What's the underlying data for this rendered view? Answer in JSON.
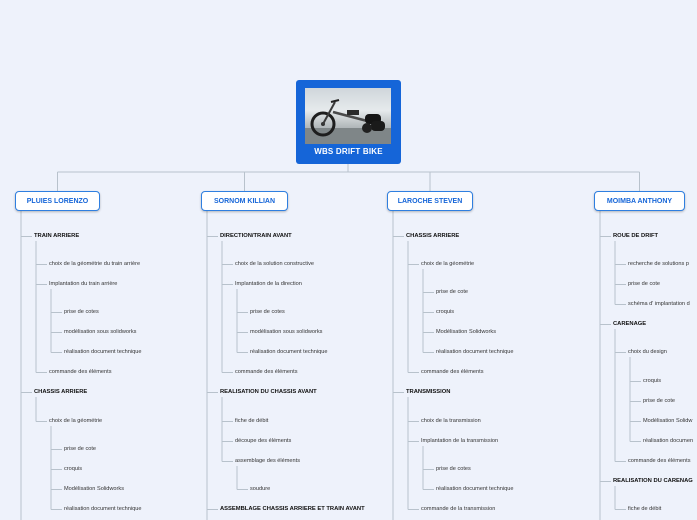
{
  "root": {
    "title": "WBS DRIFT BIKE",
    "image": "drift-trike-photo"
  },
  "branches": [
    {
      "label": "PLUIES LORENZO",
      "items": [
        {
          "label": "TRAIN ARRIERE"
        },
        {
          "label": "choix de la géométrie du train arrière"
        },
        {
          "label": "Implantation du train arrière"
        },
        {
          "label": "prise de cotes"
        },
        {
          "label": "modélisation sous solidworks"
        },
        {
          "label": "réalisation document technique"
        },
        {
          "label": "commande des éléments"
        },
        {
          "label": "CHASSIS ARRIERE"
        },
        {
          "label": "choix de la géométrie"
        },
        {
          "label": "prise de cote"
        },
        {
          "label": "croquis"
        },
        {
          "label": "Modélisation Solidworks"
        },
        {
          "label": "réalisation document technique"
        }
      ]
    },
    {
      "label": "SORNOM KILLIAN",
      "items": [
        {
          "label": "DIRECTION/TRAIN AVANT"
        },
        {
          "label": "choix de la solution constructive"
        },
        {
          "label": "Implantation de la direction"
        },
        {
          "label": "prise de cotes"
        },
        {
          "label": "modélisation sous solidworks"
        },
        {
          "label": "réalisation document technique"
        },
        {
          "label": "commande des éléments"
        },
        {
          "label": "REALISATION DU CHASSIS AVANT"
        },
        {
          "label": "fiche de débit"
        },
        {
          "label": "découpe des éléments"
        },
        {
          "label": "assemblage des éléments"
        },
        {
          "label": "soudure"
        },
        {
          "label": "ASSEMBLAGE CHASSIS ARRIERE ET TRAIN AVANT"
        }
      ]
    },
    {
      "label": "LAROCHE STEVEN",
      "items": [
        {
          "label": "CHASSIS ARRIERE"
        },
        {
          "label": "choix de la géométrie"
        },
        {
          "label": "prise de cote"
        },
        {
          "label": "croquis"
        },
        {
          "label": "Modélisation Solidworks"
        },
        {
          "label": "réalisation document technique"
        },
        {
          "label": "commande des éléments"
        },
        {
          "label": "TRANSMISSION"
        },
        {
          "label": "choix de la transmission"
        },
        {
          "label": "Implantation de la transmission"
        },
        {
          "label": "prise de cotes"
        },
        {
          "label": "réalisation document technique"
        },
        {
          "label": "commande de la transmission"
        }
      ]
    },
    {
      "label": "MOIMBA ANTHONY",
      "items": [
        {
          "label": "ROUE DE DRIFT"
        },
        {
          "label": "recherche de solutions p"
        },
        {
          "label": "prise de cote"
        },
        {
          "label": "schéma d' implantation d"
        },
        {
          "label": "CARENAGE"
        },
        {
          "label": "choix du design"
        },
        {
          "label": "croquis"
        },
        {
          "label": "prise de cote"
        },
        {
          "label": "Modélisation Solidw"
        },
        {
          "label": "réalisation documen"
        },
        {
          "label": "commande des éléments"
        },
        {
          "label": "REALISATION DU CARENAG"
        },
        {
          "label": "fiche de débit"
        }
      ]
    }
  ],
  "colors": {
    "background": "#eef2fb",
    "root": "#1565d8",
    "branch_border": "#2f7fe0",
    "branch_text": "#1565d8",
    "connector": "#b8c2cc"
  }
}
